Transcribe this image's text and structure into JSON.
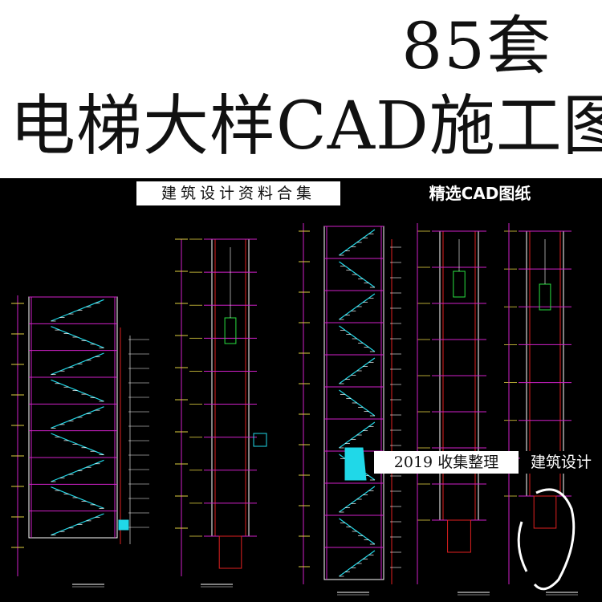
{
  "header": {
    "count": "85套",
    "title": "电梯大样CAD施工图"
  },
  "band": {
    "left_label": "建筑设计资料合集",
    "right_label": "精选CAD图纸"
  },
  "tags": {
    "collection": "2019 收集整理",
    "category": "建筑设计"
  },
  "colors": {
    "background": "#000000",
    "magenta": "#d020c8",
    "cyan": "#20d8e8",
    "green": "#28e040",
    "yellow": "#e0d040",
    "red": "#e02020",
    "white": "#ffffff"
  },
  "drawing": {
    "content": "elevator section drawings (CAD line art)"
  }
}
